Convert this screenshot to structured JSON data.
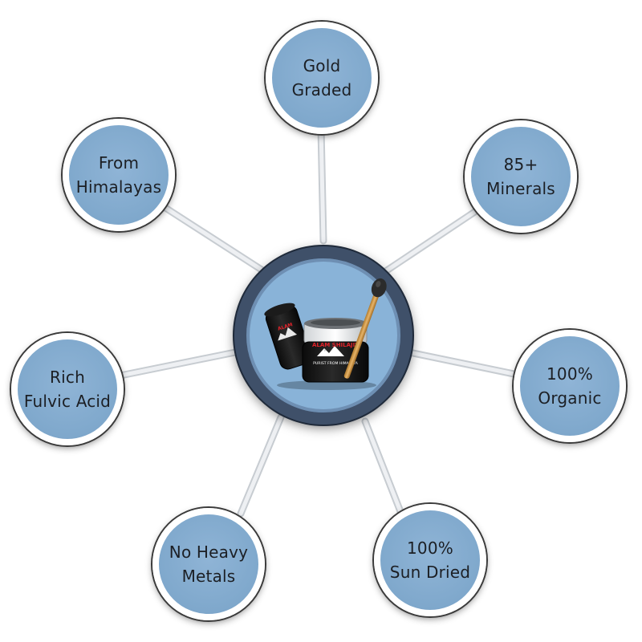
{
  "hub": {
    "product": {
      "brand_text": "ALAM SHILAJIT",
      "tagline_text": "PURIST FROM HIMALAYA",
      "icon": "product-jar-icon"
    }
  },
  "features": [
    {
      "id": "gold-graded",
      "lines": [
        "Gold",
        "Graded"
      ]
    },
    {
      "id": "85-minerals",
      "lines": [
        "85+",
        "Minerals"
      ]
    },
    {
      "id": "100-organic",
      "lines": [
        "100%",
        "Organic"
      ]
    },
    {
      "id": "100-sun-dried",
      "lines": [
        "100%",
        "Sun Dried"
      ]
    },
    {
      "id": "no-heavy-metals",
      "lines": [
        "No Heavy",
        "Metals"
      ]
    },
    {
      "id": "rich-fulvic-acid",
      "lines": [
        "Rich",
        "Fulvic Acid"
      ]
    },
    {
      "id": "from-himalayas",
      "lines": [
        "From",
        "Himalayas"
      ]
    }
  ],
  "colors": {
    "node_fill": "#86aed2",
    "node_border": "#ffffff",
    "hub_ring": "#3f5069",
    "connector": "#d9dde2",
    "text": "#1c1f24",
    "brand_red": "#e0222a"
  }
}
